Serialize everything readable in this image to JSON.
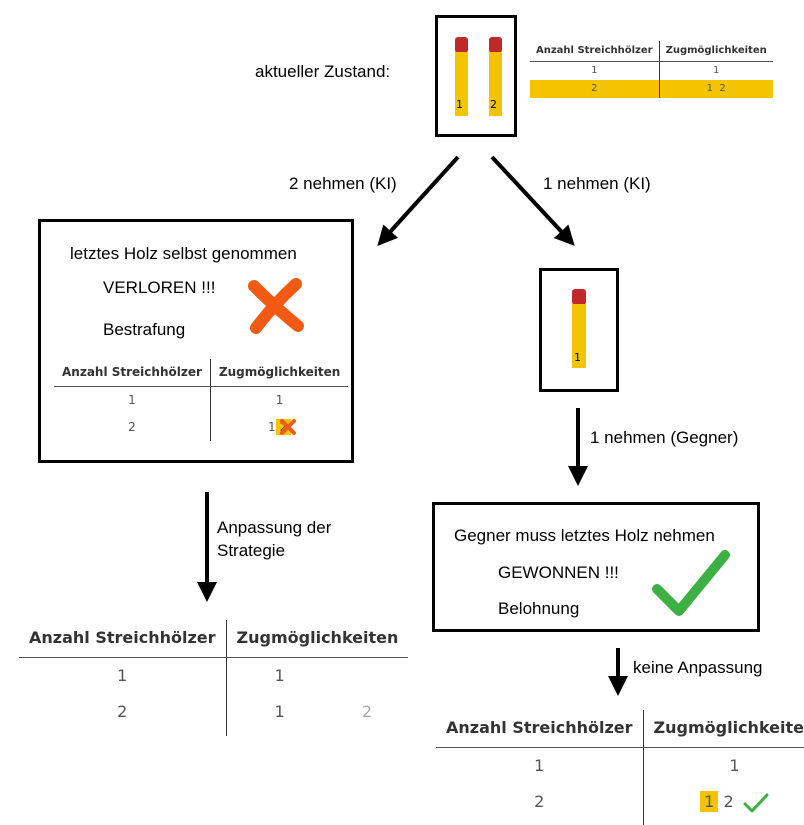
{
  "top": {
    "label": "aktueller Zustand:",
    "matches": [
      "1",
      "2"
    ],
    "table": {
      "col1": "Anzahl Streichhölzer",
      "col2": "Zugmöglichkeiten",
      "row1_count": "1",
      "row1_moves": "1",
      "row2_count": "2",
      "row2_moves": "1  2"
    }
  },
  "arrows": {
    "left_label": "2 nehmen (KI)",
    "right_label": "1 nehmen (KI)",
    "opponent_label": "1 nehmen (Gegner)",
    "adapt_label_line1": "Anpassung der",
    "adapt_label_line2": "Strategie",
    "no_adapt_label": "keine Anpassung"
  },
  "lose_box": {
    "line1": "letztes Holz selbst genommen",
    "line2": "VERLOREN !!!",
    "line3": "Bestrafung",
    "table": {
      "col1": "Anzahl Streichhölzer",
      "col2": "Zugmöglichkeiten",
      "row1_count": "1",
      "row1_moves": "1",
      "row2_count": "2",
      "row2_move_a": "1",
      "row2_move_b": "2"
    }
  },
  "middle_match": {
    "number": "1"
  },
  "win_box": {
    "line1": "Gegner muss letztes Holz nehmen",
    "line2": "GEWONNEN !!!",
    "line3": "Belohnung"
  },
  "left_result_table": {
    "col1": "Anzahl Streichhölzer",
    "col2": "Zugmöglichkeiten",
    "row1_count": "1",
    "row1_moves": "1",
    "row2_count": "2",
    "row2_move_a": "1",
    "row2_move_b": "2"
  },
  "right_result_table": {
    "col1": "Anzahl Streichhölzer",
    "col2": "Zugmöglichkeiten",
    "row1_count": "1",
    "row1_moves": "1",
    "row2_count": "2",
    "row2_move_a": "1",
    "row2_move_b": "2"
  },
  "colors": {
    "match_body": "#f5c400",
    "match_head": "#c0282a",
    "cross": "#f25a14",
    "check": "#3cb043"
  },
  "icons": [
    "match-icon",
    "cross-icon",
    "check-icon"
  ]
}
